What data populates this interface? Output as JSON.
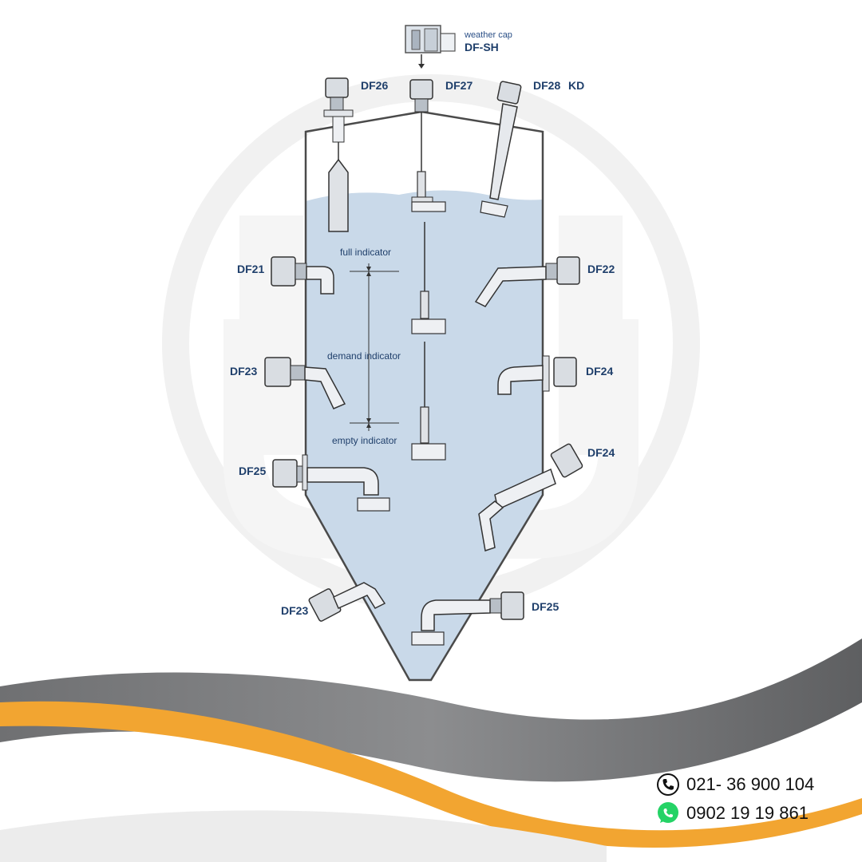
{
  "cap": {
    "line1": "weather cap",
    "line2": "DF-SH"
  },
  "labels": {
    "df26": "DF26",
    "df27": "DF27",
    "df28": "DF28",
    "kd": "KD",
    "df21": "DF21",
    "df22": "DF22",
    "df23_upper": "DF23",
    "df24_upper": "DF24",
    "df25_upper": "DF25",
    "df24_lower": "DF24",
    "df23_lower": "DF23",
    "df25_lower": "DF25"
  },
  "indicators": {
    "full": "full indicator",
    "demand": "demand indicator",
    "empty": "empty indicator"
  },
  "contact": {
    "phone": "021- 36 900 104",
    "whatsapp": "0902 19 19 861",
    "phone_icon": "phone-icon",
    "whatsapp_icon": "whatsapp-icon"
  },
  "colors": {
    "liquid": "#c9d9e9",
    "outline": "#4a4a4a",
    "label": "#1f3f6b",
    "wave_gray": "#7d7e80",
    "wave_orange": "#f2a531",
    "whatsapp": "#25d366"
  }
}
